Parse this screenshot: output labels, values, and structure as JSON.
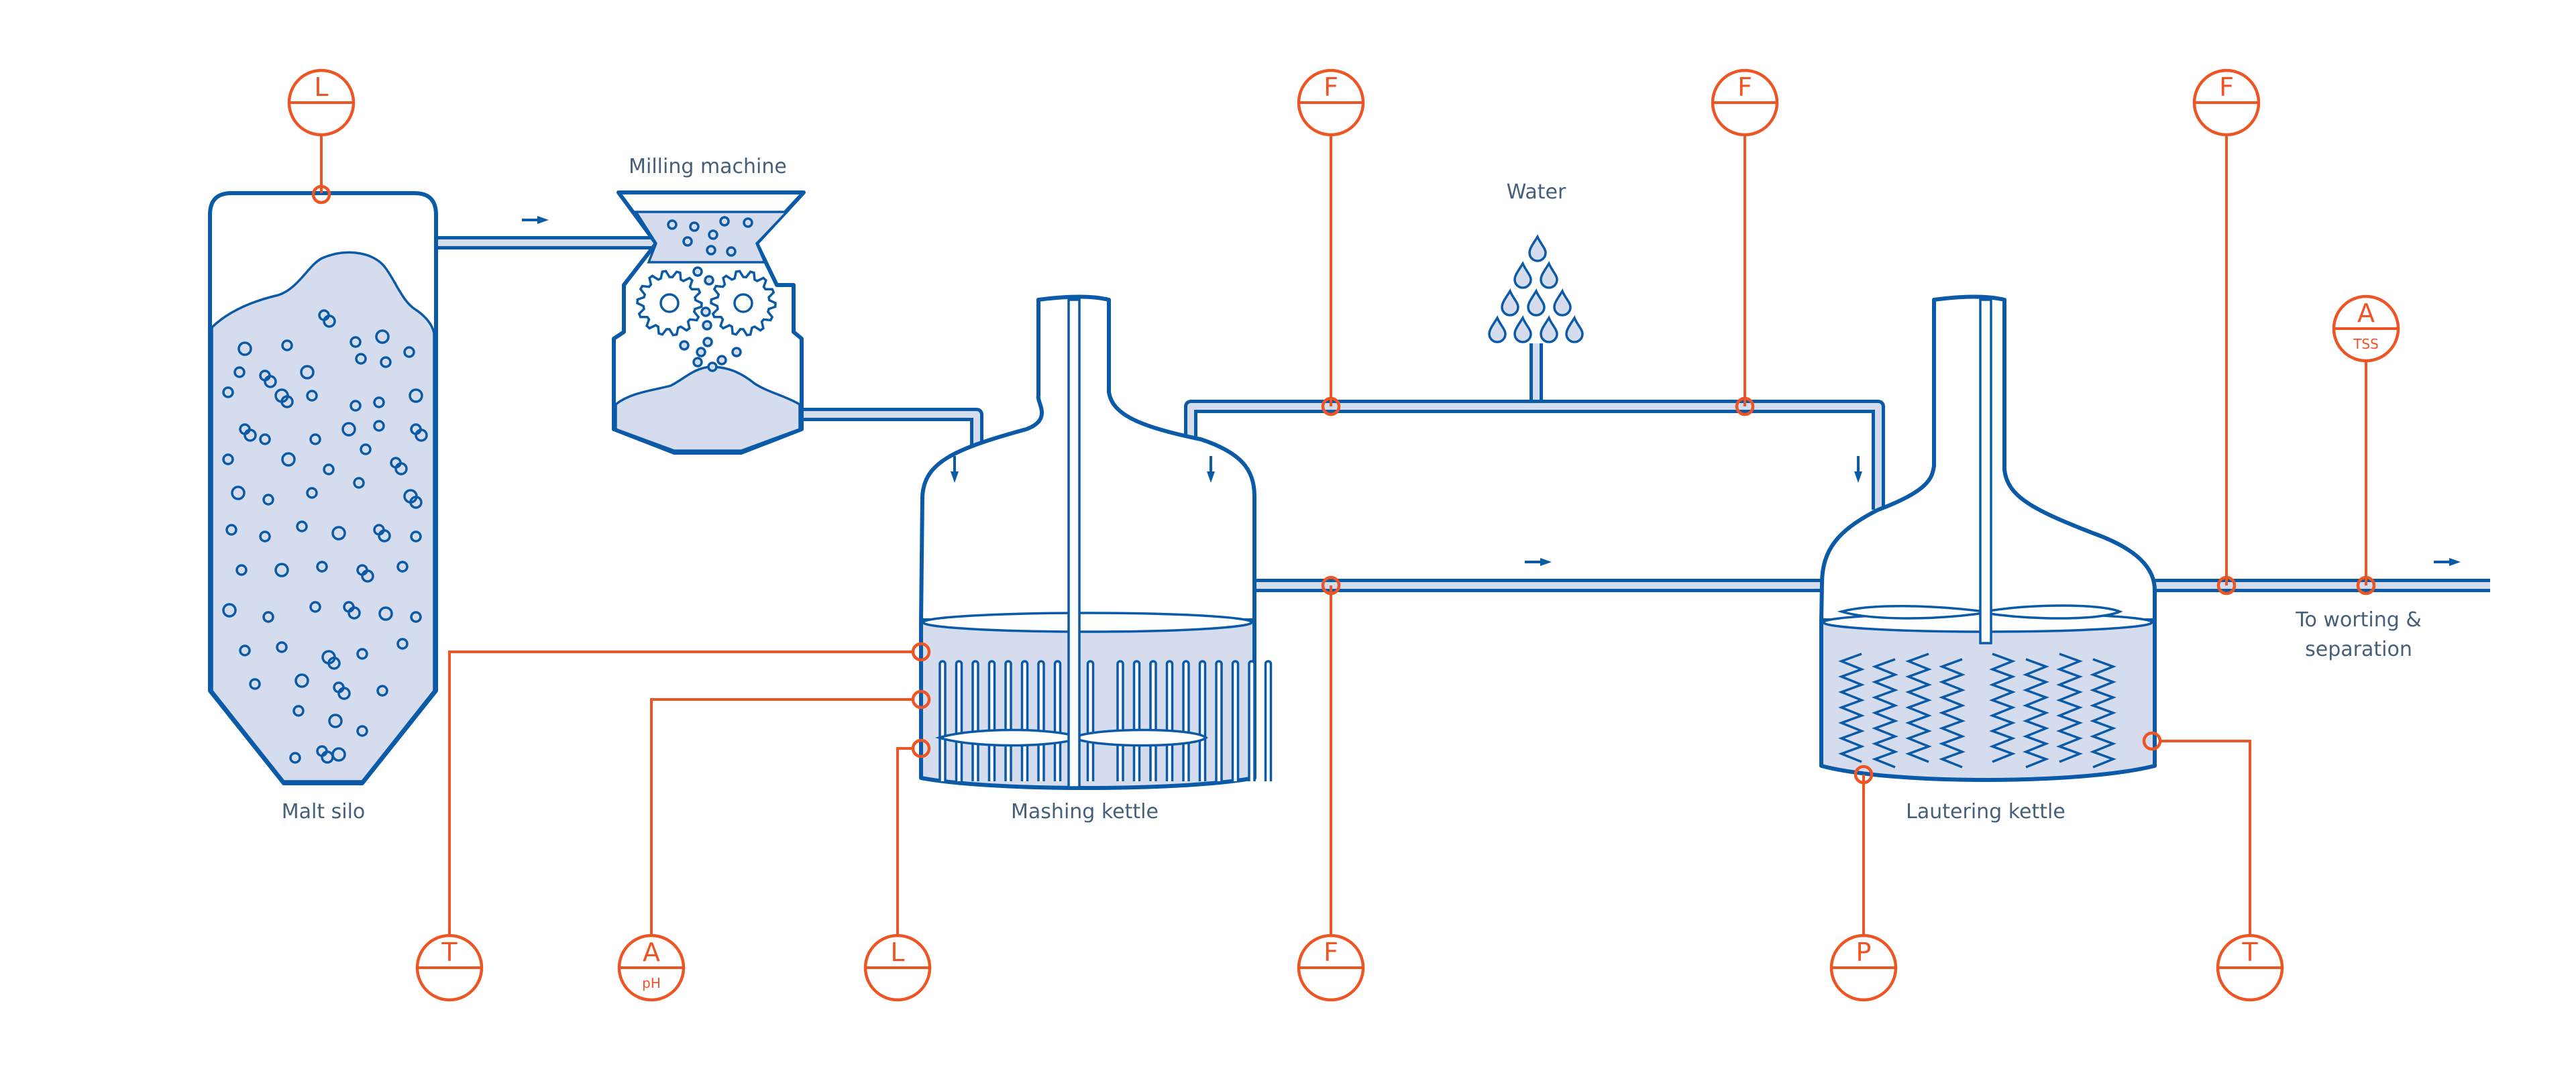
{
  "labels": {
    "malt_silo": "Malt silo",
    "milling_machine": "Milling machine",
    "water": "Water",
    "mashing_kettle": "Mashing kettle",
    "lautering_kettle": "Lautering kettle",
    "output_line1": "To worting &",
    "output_line2": "separation"
  },
  "instruments": [
    {
      "id": "silo-level",
      "letter": "L",
      "sub": "",
      "meaning": "level"
    },
    {
      "id": "water-flow-1",
      "letter": "F",
      "sub": "",
      "meaning": "flow"
    },
    {
      "id": "water-flow-2",
      "letter": "F",
      "sub": "",
      "meaning": "flow"
    },
    {
      "id": "output-flow",
      "letter": "F",
      "sub": "",
      "meaning": "flow"
    },
    {
      "id": "output-analyzer",
      "letter": "A",
      "sub": "TSS",
      "meaning": "analyzer"
    },
    {
      "id": "mash-temperature",
      "letter": "T",
      "sub": "",
      "meaning": "temperature"
    },
    {
      "id": "mash-analyzer",
      "letter": "A",
      "sub": "pH",
      "meaning": "analyzer"
    },
    {
      "id": "mash-level",
      "letter": "L",
      "sub": "",
      "meaning": "level"
    },
    {
      "id": "transfer-flow",
      "letter": "F",
      "sub": "",
      "meaning": "flow"
    },
    {
      "id": "lauter-pressure",
      "letter": "P",
      "sub": "",
      "meaning": "pressure"
    },
    {
      "id": "lauter-temperature",
      "letter": "T",
      "sub": "",
      "meaning": "temperature"
    }
  ],
  "flow_arrows": [
    "right",
    "down",
    "down",
    "down",
    "right",
    "right"
  ],
  "colors": {
    "process_blue": "#0b5aa8",
    "fill_blue": "#d4dced",
    "instrument_orange": "#ee5524",
    "label_gray": "#46607a"
  }
}
